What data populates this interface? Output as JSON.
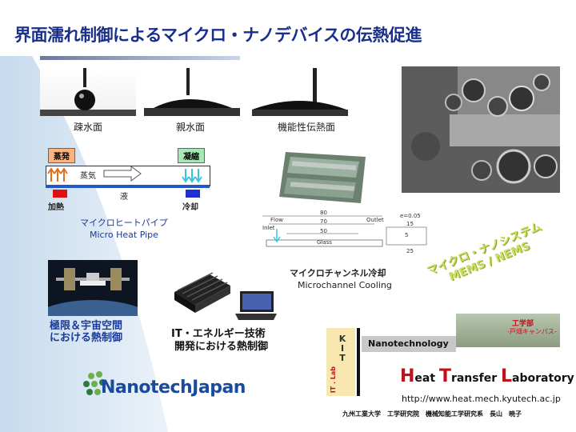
{
  "title": "界面濡れ制御によるマイクロ・ナノデバイスの伝熱促進",
  "droplets": [
    {
      "label": "疎水面"
    },
    {
      "label": "親水面"
    },
    {
      "label": "機能性伝熱面"
    }
  ],
  "heat_pipe": {
    "evaporation": "蒸発",
    "condensation": "凝縮",
    "vapor": "蒸気",
    "liquid": "液",
    "heating": "加熱",
    "cooling": "冷却",
    "label_jp": "マイクロヒートパイプ",
    "label_en": "Micro Heat Pipe"
  },
  "microchannel": {
    "label_jp": "マイクロチャンネル冷却",
    "label_en": "Microchannel Cooling",
    "dims": {
      "top": "80",
      "mid": "70",
      "inner": "50",
      "e": "e=0.05",
      "r15": "15",
      "r5": "5",
      "bottom": "25"
    },
    "flow": "Flow",
    "inlet": "Inlet",
    "outlet": "Outlet",
    "glass": "Glass"
  },
  "mems": {
    "line1": "マイクロ・ナノシステム",
    "line2": "MEMS / NEMS"
  },
  "space": {
    "line1": "極限＆宇宙空間",
    "line2": "における熱制御"
  },
  "it_energy": {
    "line1": "IT・エネルギー技術",
    "line2": "開発における熱制御"
  },
  "logo": {
    "text": "NanotechJapan"
  },
  "lab": {
    "kit_letters": [
      "K",
      "I",
      "T"
    ],
    "kit_sub": "IT . Lab",
    "nanotechnology": "Nanotechnology",
    "campus_line1": "工学部",
    "campus_line2": "-戸畑キャンパス-",
    "name_parts": [
      {
        "big": "H",
        "rest": "eat "
      },
      {
        "big": "T",
        "rest": "ransfer "
      },
      {
        "big": "L",
        "rest": "aboratory"
      }
    ],
    "url": "http://www.heat.mech.kyutech.ac.jp",
    "affiliation": "九州工業大学　工学研究院　機械知能工学研究系　長山　暁子"
  },
  "colors": {
    "title": "#1a2f8a",
    "lab_red": "#c0101a",
    "mems_green": "#c8e060",
    "heat_orange": "#ff7a00",
    "cool_cyan": "#34c8e0"
  }
}
